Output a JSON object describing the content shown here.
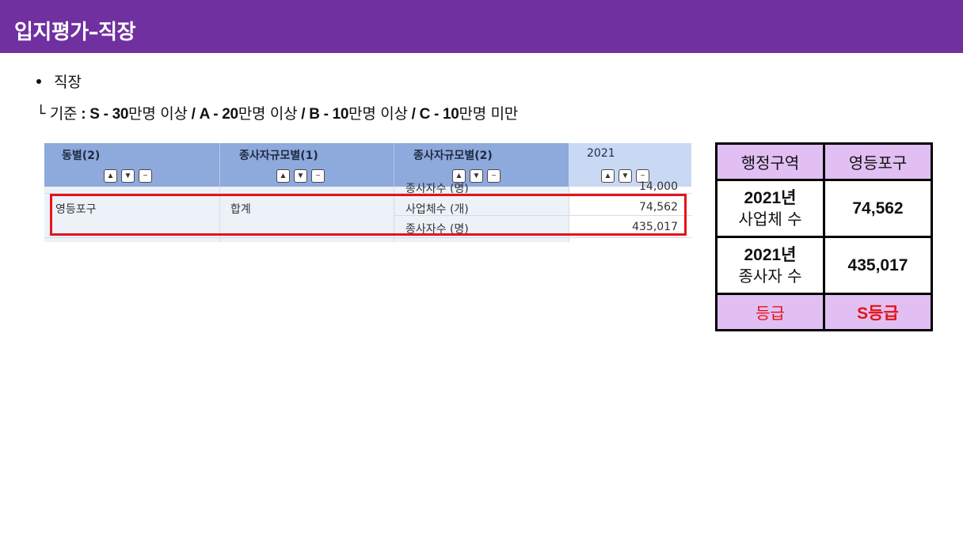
{
  "slide": {
    "title": "입지평가–직장",
    "bullet": "직장",
    "criteria": {
      "prefix": "└ 기준",
      "colon": " : ",
      "s_grade": "S - 30",
      "s_text": "만명 이상",
      "sep1": " / ",
      "a_grade": "A - 20",
      "a_text": "만명 이상",
      "sep2": " / ",
      "b_grade": "B - 10",
      "b_text": "만명 이상",
      "sep3": " / ",
      "c_grade": "C - 10",
      "c_text": "만명 미만"
    }
  },
  "source_table": {
    "headers": [
      "동별(2)",
      "종사자규모별(1)",
      "종사자규모별(2)",
      "2021"
    ],
    "header_buttons": [
      "▲",
      "▼",
      "−"
    ],
    "partial_top_label": "종사자수 (명)",
    "partial_top_value": "14,000",
    "district": "영등포구",
    "size_group": "합계",
    "rows": [
      {
        "label": "사업체수 (개)",
        "value": "74,562"
      },
      {
        "label": "종사자수 (명)",
        "value": "435,017"
      }
    ]
  },
  "summary_table": {
    "header_left": "행정구역",
    "header_right": "영등포구",
    "row1_label_line1": "2021년",
    "row1_label_line2": "사업체 수",
    "row1_value": "74,562",
    "row2_label_line1": "2021년",
    "row2_label_line2": "종사자 수",
    "row2_value": "435,017",
    "grade_label": "등급",
    "grade_value": "S등급"
  },
  "colors": {
    "title_bar": "#7030a0",
    "header_purple": "#e1bff3",
    "highlight_red": "#e31414",
    "table_header_blue": "#8ea9db"
  }
}
